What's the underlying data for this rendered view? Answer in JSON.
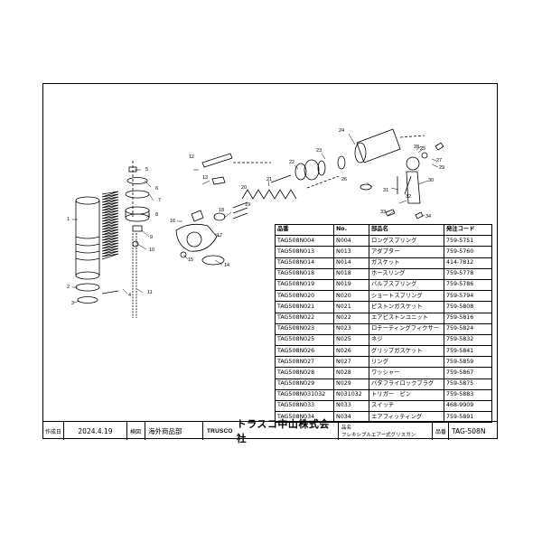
{
  "table": {
    "headers": [
      "品番",
      "No.",
      "部品名",
      "発注コード"
    ],
    "rows": [
      [
        "TAG508N004",
        "N004",
        "ロングスプリング",
        "759-5751"
      ],
      [
        "TAG508N013",
        "N013",
        "アダプター",
        "759-5760"
      ],
      [
        "TAG508N014",
        "N014",
        "ガスケット",
        "414-7812"
      ],
      [
        "TAG508N018",
        "N018",
        "ホースリング",
        "759-5778"
      ],
      [
        "TAG508N019",
        "N019",
        "バルブスプリング",
        "759-5786"
      ],
      [
        "TAG508N020",
        "N020",
        "ショートスプリング",
        "759-5794"
      ],
      [
        "TAG508N021",
        "N021",
        "ピストンガスケット",
        "759-5808"
      ],
      [
        "TAG508N022",
        "N022",
        "エアピストンユニット",
        "759-5816"
      ],
      [
        "TAG508N023",
        "N023",
        "ロテーティングフィクサー",
        "759-5824"
      ],
      [
        "TAG508N025",
        "N025",
        "ネジ",
        "759-5832"
      ],
      [
        "TAG508N026",
        "N026",
        "グリップガスケット",
        "759-5841"
      ],
      [
        "TAG508N027",
        "N027",
        "リング",
        "759-5859"
      ],
      [
        "TAG508N028",
        "N028",
        "ワッシャー",
        "759-5867"
      ],
      [
        "TAG508N029",
        "N029",
        "バタフライロックプラグ",
        "759-5875"
      ],
      [
        "TAG508N031032",
        "N031032",
        "トリガー　ピン",
        "759-5883"
      ],
      [
        "TAG508N033",
        "N033",
        "スイッチ",
        "468-9909"
      ],
      [
        "TAG508N034",
        "N034",
        "エアフィッティング",
        "759-5891"
      ]
    ]
  },
  "title_block": {
    "created_label": "作成日",
    "created_date": "2024.4.19",
    "dept_label": "検図",
    "dept": "海外商品部",
    "brand": "TRUSCO",
    "company": "トラスコ中山株式会社",
    "product_name_label": "品名",
    "product_name": "フレキシブルエアー式グリスガン",
    "product_no_label": "品番",
    "product_no": "TAG-508N"
  },
  "callouts": [
    "1",
    "2",
    "3",
    "4",
    "5",
    "6",
    "7",
    "8",
    "9",
    "10",
    "11",
    "12",
    "13",
    "14",
    "15",
    "16",
    "17",
    "18",
    "19",
    "20",
    "21",
    "22",
    "23",
    "24",
    "25",
    "26",
    "27",
    "28",
    "29",
    "30",
    "31",
    "32",
    "33",
    "34"
  ]
}
